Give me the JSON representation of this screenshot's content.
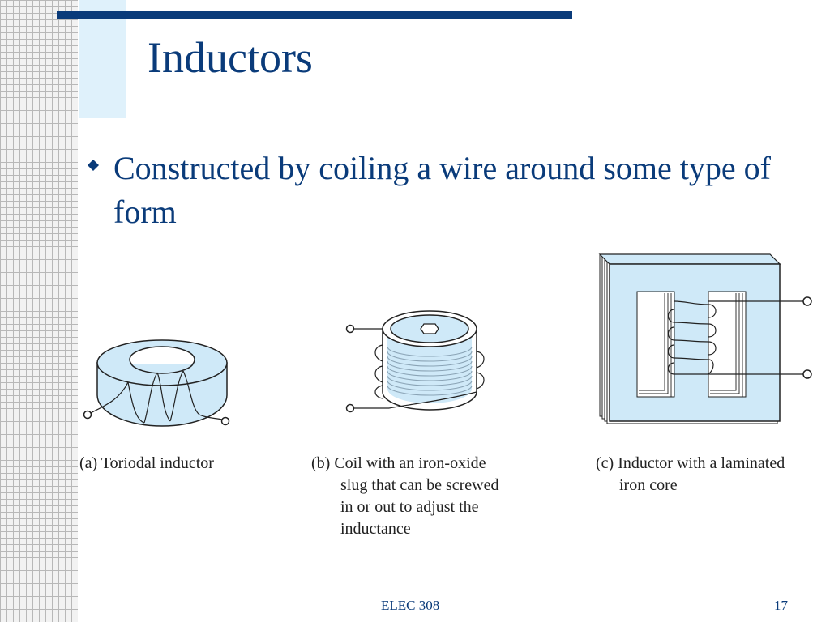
{
  "slide": {
    "title": "Inductors",
    "bullet_text": "Constructed by coiling a wire around some type of form",
    "colors": {
      "accent": "#0a3b7a",
      "light_blue": "#cfe9f8",
      "grid": "#b8b8b8"
    }
  },
  "figures": [
    {
      "id": "a",
      "caption_first": "(a) Toriodal inductor",
      "caption_rest": []
    },
    {
      "id": "b",
      "caption_first": "(b) Coil with an iron-oxide",
      "caption_rest": [
        "slug that can be screwed",
        "in or out to adjust the",
        "inductance"
      ]
    },
    {
      "id": "c",
      "caption_first": "(c) Inductor with a laminated",
      "caption_rest": [
        "iron core"
      ]
    }
  ],
  "footer": {
    "course": "ELEC 308",
    "page": "17"
  }
}
